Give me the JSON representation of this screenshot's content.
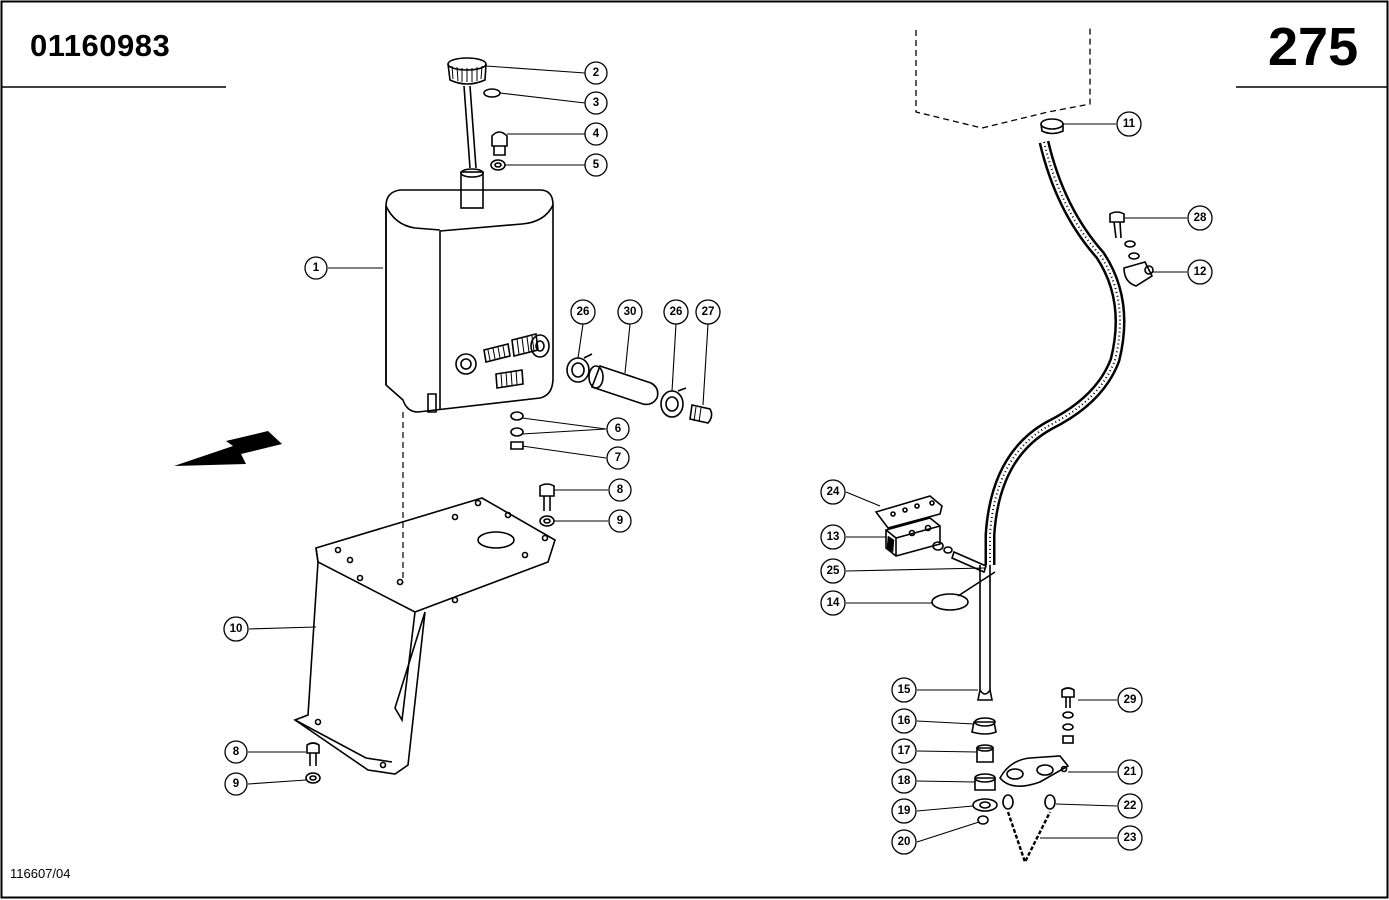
{
  "header": {
    "part_number": "01160983",
    "page_number": "275"
  },
  "footer": {
    "drawing_code": "116607/04"
  },
  "callouts": [
    "1",
    "2",
    "3",
    "4",
    "5",
    "6",
    "7",
    "8",
    "9",
    "10",
    "11",
    "12",
    "13",
    "14",
    "15",
    "16",
    "17",
    "18",
    "19",
    "20",
    "21",
    "22",
    "23",
    "24",
    "25",
    "26",
    "27",
    "28",
    "29",
    "30"
  ],
  "callout_labels": {
    "c1": "1",
    "c2": "2",
    "c3": "3",
    "c4": "4",
    "c5": "5",
    "c6": "6",
    "c7": "7",
    "c8a": "8",
    "c9a": "9",
    "c10": "10",
    "c8b": "8",
    "c9b": "9",
    "c26a": "26",
    "c30": "30",
    "c26b": "26",
    "c27": "27",
    "c11": "11",
    "c28": "28",
    "c12": "12",
    "c24": "24",
    "c13": "13",
    "c25": "25",
    "c14": "14",
    "c15": "15",
    "c16": "16",
    "c17": "17",
    "c18": "18",
    "c19": "19",
    "c20": "20",
    "c29": "29",
    "c21": "21",
    "c22": "22",
    "c23": "23"
  }
}
